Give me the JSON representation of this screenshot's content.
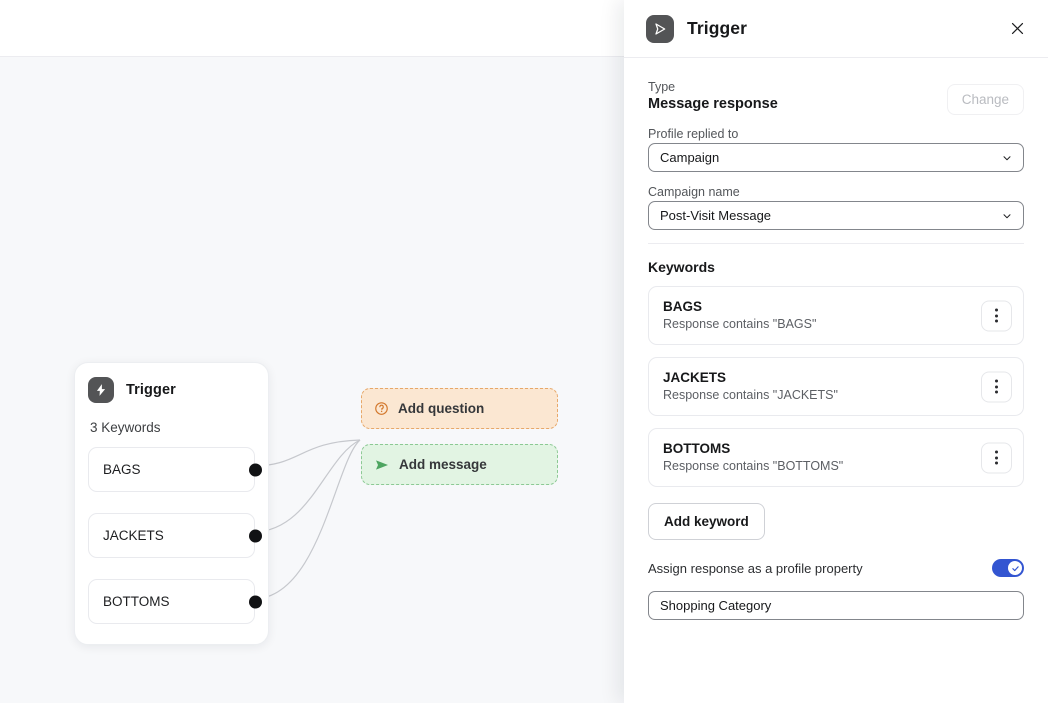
{
  "canvas": {
    "node": {
      "icon": "lightning-bolt-icon",
      "title": "Trigger",
      "subtitle": "3 Keywords",
      "keywords": [
        "BAGS",
        "JACKETS",
        "BOTTOMS"
      ]
    },
    "actions": [
      {
        "icon": "question-circle-icon",
        "label": "Add question",
        "accent": "#e7a86a",
        "bg": "#fbe7d2"
      },
      {
        "icon": "send-plane-icon",
        "label": "Add message",
        "accent": "#8cc994",
        "bg": "#e2f4e3"
      }
    ]
  },
  "panel": {
    "icon": "send-play-icon",
    "title": "Trigger",
    "close_icon": "close-icon",
    "type": {
      "label": "Type",
      "value": "Message response",
      "change_label": "Change"
    },
    "profile_replied_to": {
      "label": "Profile replied to",
      "value": "Campaign"
    },
    "campaign_name": {
      "label": "Campaign name",
      "value": "Post-Visit Message"
    },
    "keywords_section": {
      "title": "Keywords",
      "items": [
        {
          "name": "BAGS",
          "description": "Response contains \"BAGS\""
        },
        {
          "name": "JACKETS",
          "description": "Response contains \"JACKETS\""
        },
        {
          "name": "BOTTOMS",
          "description": "Response contains \"BOTTOMS\""
        }
      ],
      "add_label": "Add keyword"
    },
    "assign_property": {
      "label": "Assign response as a profile property",
      "enabled": true,
      "property_value": "Shopping Category"
    },
    "colors": {
      "toggle_on": "#3355d1",
      "icon_badge": "#535456"
    }
  }
}
